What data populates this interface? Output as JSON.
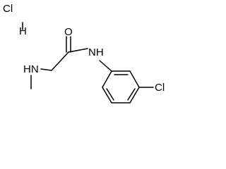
{
  "molecule": {
    "salt": {
      "chlorine": "Cl",
      "hydrogen": "H"
    },
    "atoms": {
      "carbonyl_oxygen": "O",
      "amide_nitrogen": "NH",
      "amine_nitrogen": "HN",
      "ring_chlorine": "Cl"
    },
    "colors": {
      "bond": "#000000",
      "text": "#000000",
      "background": "#ffffff"
    }
  }
}
